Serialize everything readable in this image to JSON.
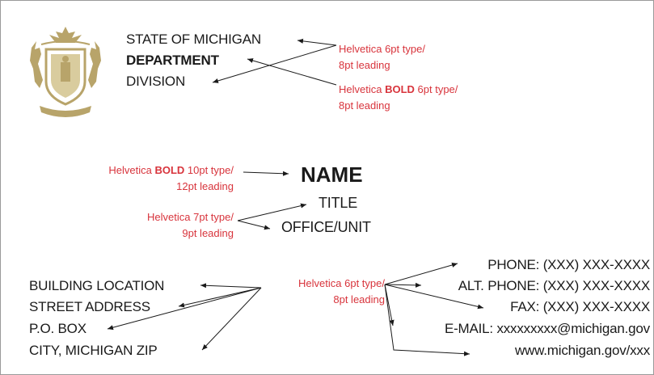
{
  "header": {
    "line1": "STATE OF MICHIGAN",
    "line2": "DEPARTMENT",
    "line3": "DIVISION"
  },
  "header_notes": {
    "regular_line1": "Helvetica 6pt type/",
    "regular_line2": "8pt leading",
    "bold_prefix": "Helvetica ",
    "bold_word": "BOLD",
    "bold_suffix": " 6pt type/",
    "bold_line2": "8pt leading"
  },
  "name_block": {
    "name": "NAME",
    "title": "TITLE",
    "office": "OFFICE/UNIT"
  },
  "name_notes": {
    "bold_prefix": "Helvetica ",
    "bold_word": "BOLD",
    "bold_suffix": " 10pt type/",
    "bold_line2": "12pt leading",
    "regular_line1": "Helvetica 7pt type/",
    "regular_line2": "9pt leading"
  },
  "address": {
    "lines": [
      "BUILDING LOCATION",
      "STREET ADDRESS",
      "P.O. BOX",
      "CITY, MICHIGAN ZIP"
    ]
  },
  "contact": {
    "lines": [
      "PHONE: (XXX) XXX-XXXX",
      "ALT. PHONE: (XXX) XXX-XXXX",
      "FAX: (XXX) XXX-XXXX",
      "E-MAIL: xxxxxxxxx@michigan.gov",
      "www.michigan.gov/xxx"
    ]
  },
  "contact_note": {
    "line1": "Helvetica 6pt type/",
    "line2": "8pt leading"
  },
  "colors": {
    "annotation": "#d8343c",
    "text": "#1a1a1a",
    "seal": "#b8a46a"
  },
  "icons": {
    "seal": "state-seal-icon"
  }
}
